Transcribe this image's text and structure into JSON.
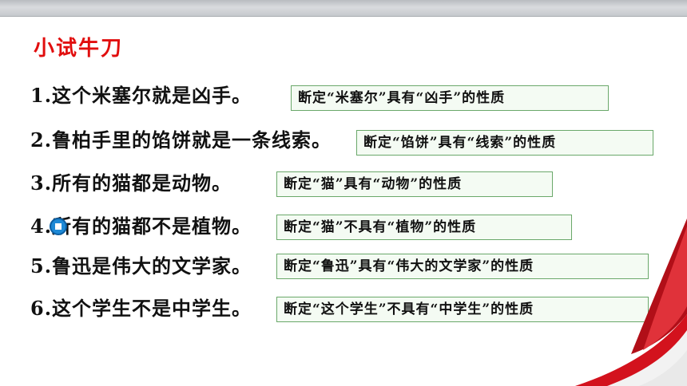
{
  "title": "小试牛刀",
  "rows": [
    {
      "question": "1.这个米塞尔就是凶手。",
      "answer": "断定“米塞尔”具有“凶手”的性质"
    },
    {
      "question": "2.鲁柏手里的馅饼就是一条线索。",
      "answer": "断定“馅饼”具有“线索”的性质"
    },
    {
      "question": "3.所有的猫都是动物。",
      "answer": "断定“猫”具有“动物”的性质"
    },
    {
      "question": "4.所有的猫都不是植物。",
      "answer": "断定“猫”不具有“植物”的性质"
    },
    {
      "question": "5.鲁迅是伟大的文学家。",
      "answer": "断定“鲁迅”具有“伟大的文学家”的性质"
    },
    {
      "question": "6.这个学生不是中学生。",
      "answer": "断定“这个学生”不具有“中学生”的性质"
    }
  ],
  "colors": {
    "title": "#e10e0e",
    "answer_border": "#6aa86a",
    "ribbon_red": "#d3121d",
    "cursor_blue": "#1d89d6"
  },
  "icons": [
    "presentation-cursor-icon",
    "red-ribbon-decoration"
  ]
}
